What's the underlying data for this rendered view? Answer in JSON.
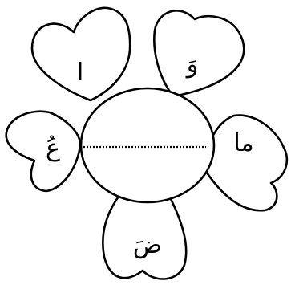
{
  "worksheet": {
    "letters": {
      "top_left": "ا",
      "top_right": "وَ",
      "left": "عُ",
      "right": "ما",
      "bottom": "ضَ"
    },
    "center_answer_line": ""
  }
}
